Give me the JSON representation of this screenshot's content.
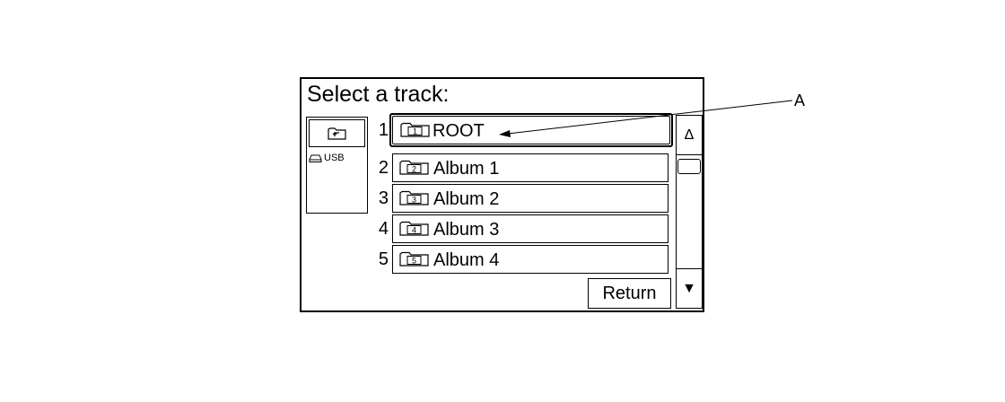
{
  "screen": {
    "title": "Select a track:",
    "side_panel": {
      "up_folder_icon": "folder-up-icon",
      "source_icon": "usb-drive-icon",
      "source_label": "USB"
    },
    "tracks": [
      {
        "number": "1",
        "folder_number": "1",
        "label": "ROOT",
        "selected": true
      },
      {
        "number": "2",
        "folder_number": "2",
        "label": "Album 1",
        "selected": false
      },
      {
        "number": "3",
        "folder_number": "3",
        "label": "Album 2",
        "selected": false
      },
      {
        "number": "4",
        "folder_number": "4",
        "label": "Album 3",
        "selected": false
      },
      {
        "number": "5",
        "folder_number": "5",
        "label": "Album 4",
        "selected": false
      }
    ],
    "scroll": {
      "up_symbol": "Δ",
      "down_symbol": "▼"
    },
    "return_label": "Return"
  },
  "callout": {
    "label": "A"
  }
}
